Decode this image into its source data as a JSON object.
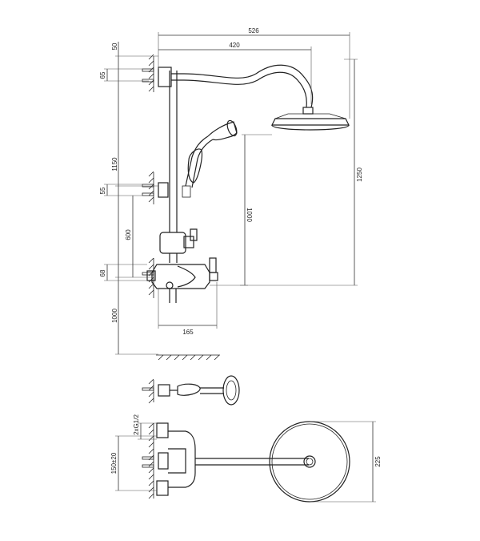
{
  "dimensions": {
    "overall_width": "526",
    "arm_reach": "420",
    "top_offset": "50",
    "upper_bracket": "65",
    "bracket_spacing": "1150",
    "lower_bracket": "55",
    "mixer_height": "600",
    "valve_offset": "68",
    "floor_height": "1000",
    "shower_head_height": "1000",
    "total_height": "1250",
    "mixer_depth": "165",
    "thread": "2xG1/2",
    "inlet_spacing": "150±20",
    "head_diameter": "225"
  }
}
